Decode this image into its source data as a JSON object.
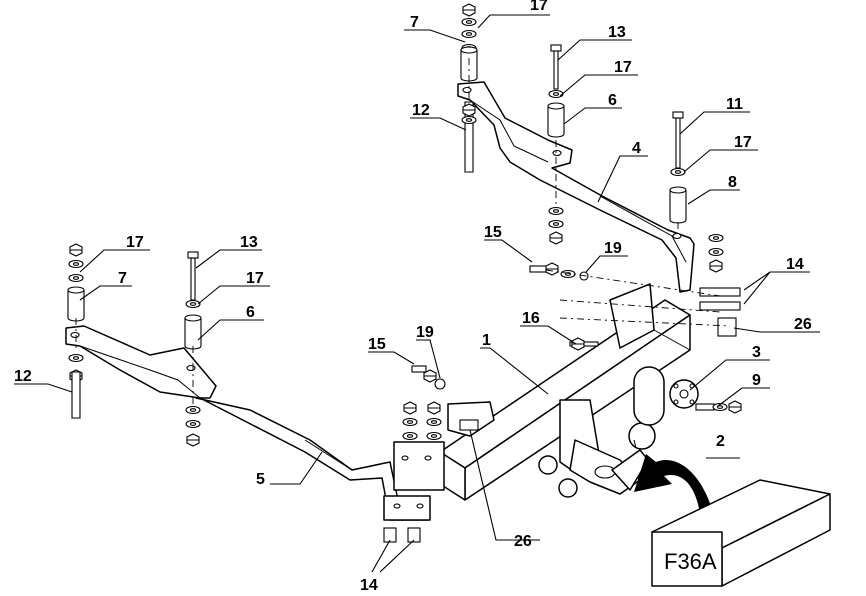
{
  "labels": {
    "l1": "1",
    "l2": "2",
    "l3": "3",
    "l4": "4",
    "l5": "5",
    "l6a": "6",
    "l6b": "6",
    "l7a": "7",
    "l7b": "7",
    "l8": "8",
    "l9": "9",
    "l11": "11",
    "l12a": "12",
    "l12b": "12",
    "l13a": "13",
    "l13b": "13",
    "l14a": "14",
    "l14b": "14",
    "l15a": "15",
    "l15b": "15",
    "l16": "16",
    "l17a": "17",
    "l17b": "17",
    "l17c": "17",
    "l17d": "17",
    "l19a": "19",
    "l19b": "19",
    "l26a": "26",
    "l26b": "26"
  },
  "model_code": "F36A"
}
